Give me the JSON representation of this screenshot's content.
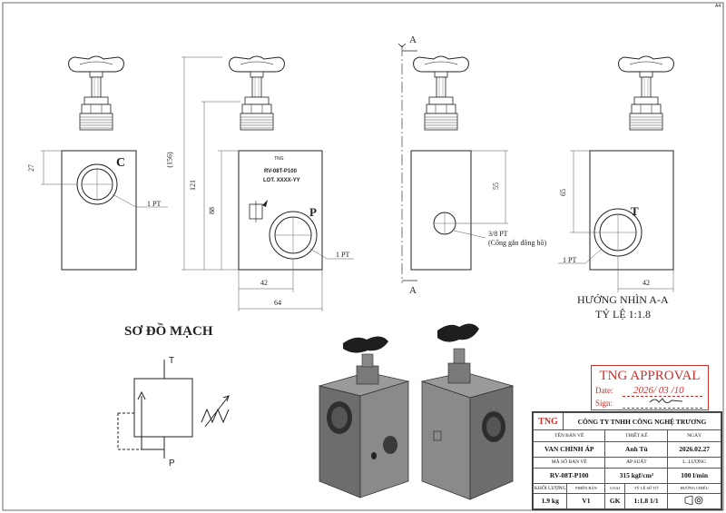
{
  "dims": {
    "c27": "27",
    "h156": "(156)",
    "h121": "121",
    "h88": "88",
    "w42a": "42",
    "w64": "64",
    "h55": "55",
    "h65": "65",
    "w42b": "42"
  },
  "ports": {
    "c": "C",
    "p": "P",
    "t": "T",
    "pt1a": "1 PT",
    "pt1b": "1 PT",
    "pt1c": "1 PT",
    "pt38": "3/8 PT",
    "gauge_note": "(Cổng gắn đồng hồ)"
  },
  "body_marking": {
    "logo": "TNG",
    "model": "RV-08T-P100",
    "lot": "LOT. XXXX-YY"
  },
  "section": {
    "a_top": "A",
    "a_bottom": "A",
    "view_title": "HƯỚNG NHÌN A-A",
    "scale": "TỶ LỆ 1:1.8"
  },
  "circuit": {
    "title": "SƠ ĐỒ MẠCH",
    "t": "T",
    "p": "P"
  },
  "approval": {
    "title": "TNG APPROVAL",
    "date_label": "Date:",
    "date_value": "2026/ 03 /10",
    "sign_label": "Sign:"
  },
  "title_block": {
    "logo": "TNG",
    "company": "CÔNG TY TNHH CÔNG NGHỆ TRƯƠNG",
    "h_name": "TÊN BẢN VẼ",
    "h_design": "THIẾT KẾ",
    "h_date": "NGÀY",
    "name": "VAN CHỈNH ÁP",
    "designer": "Anh Tú",
    "date": "2026.02.27",
    "h_code": "MÃ SỐ BẢN VẼ",
    "h_pressure": "ÁP SUẤT",
    "h_flow": "L. LƯỢNG",
    "code": "RV-08T-P100",
    "pressure": "315 kgf/cm²",
    "flow": "100 l/min",
    "h_mass": "KHỐI LƯỢNG",
    "h_version": "PHIÊN BẢN",
    "h_type": "LOẠI",
    "h_scale": "TỶ LỆ",
    "h_sheet": "SỐ TỜ",
    "h_proj": "HƯỚNG CHIẾU",
    "mass": "1.9 kg",
    "version": "V1",
    "type": "GK",
    "scale": "1:1.8",
    "sheet": "1/1"
  },
  "sheet_size": "A4"
}
